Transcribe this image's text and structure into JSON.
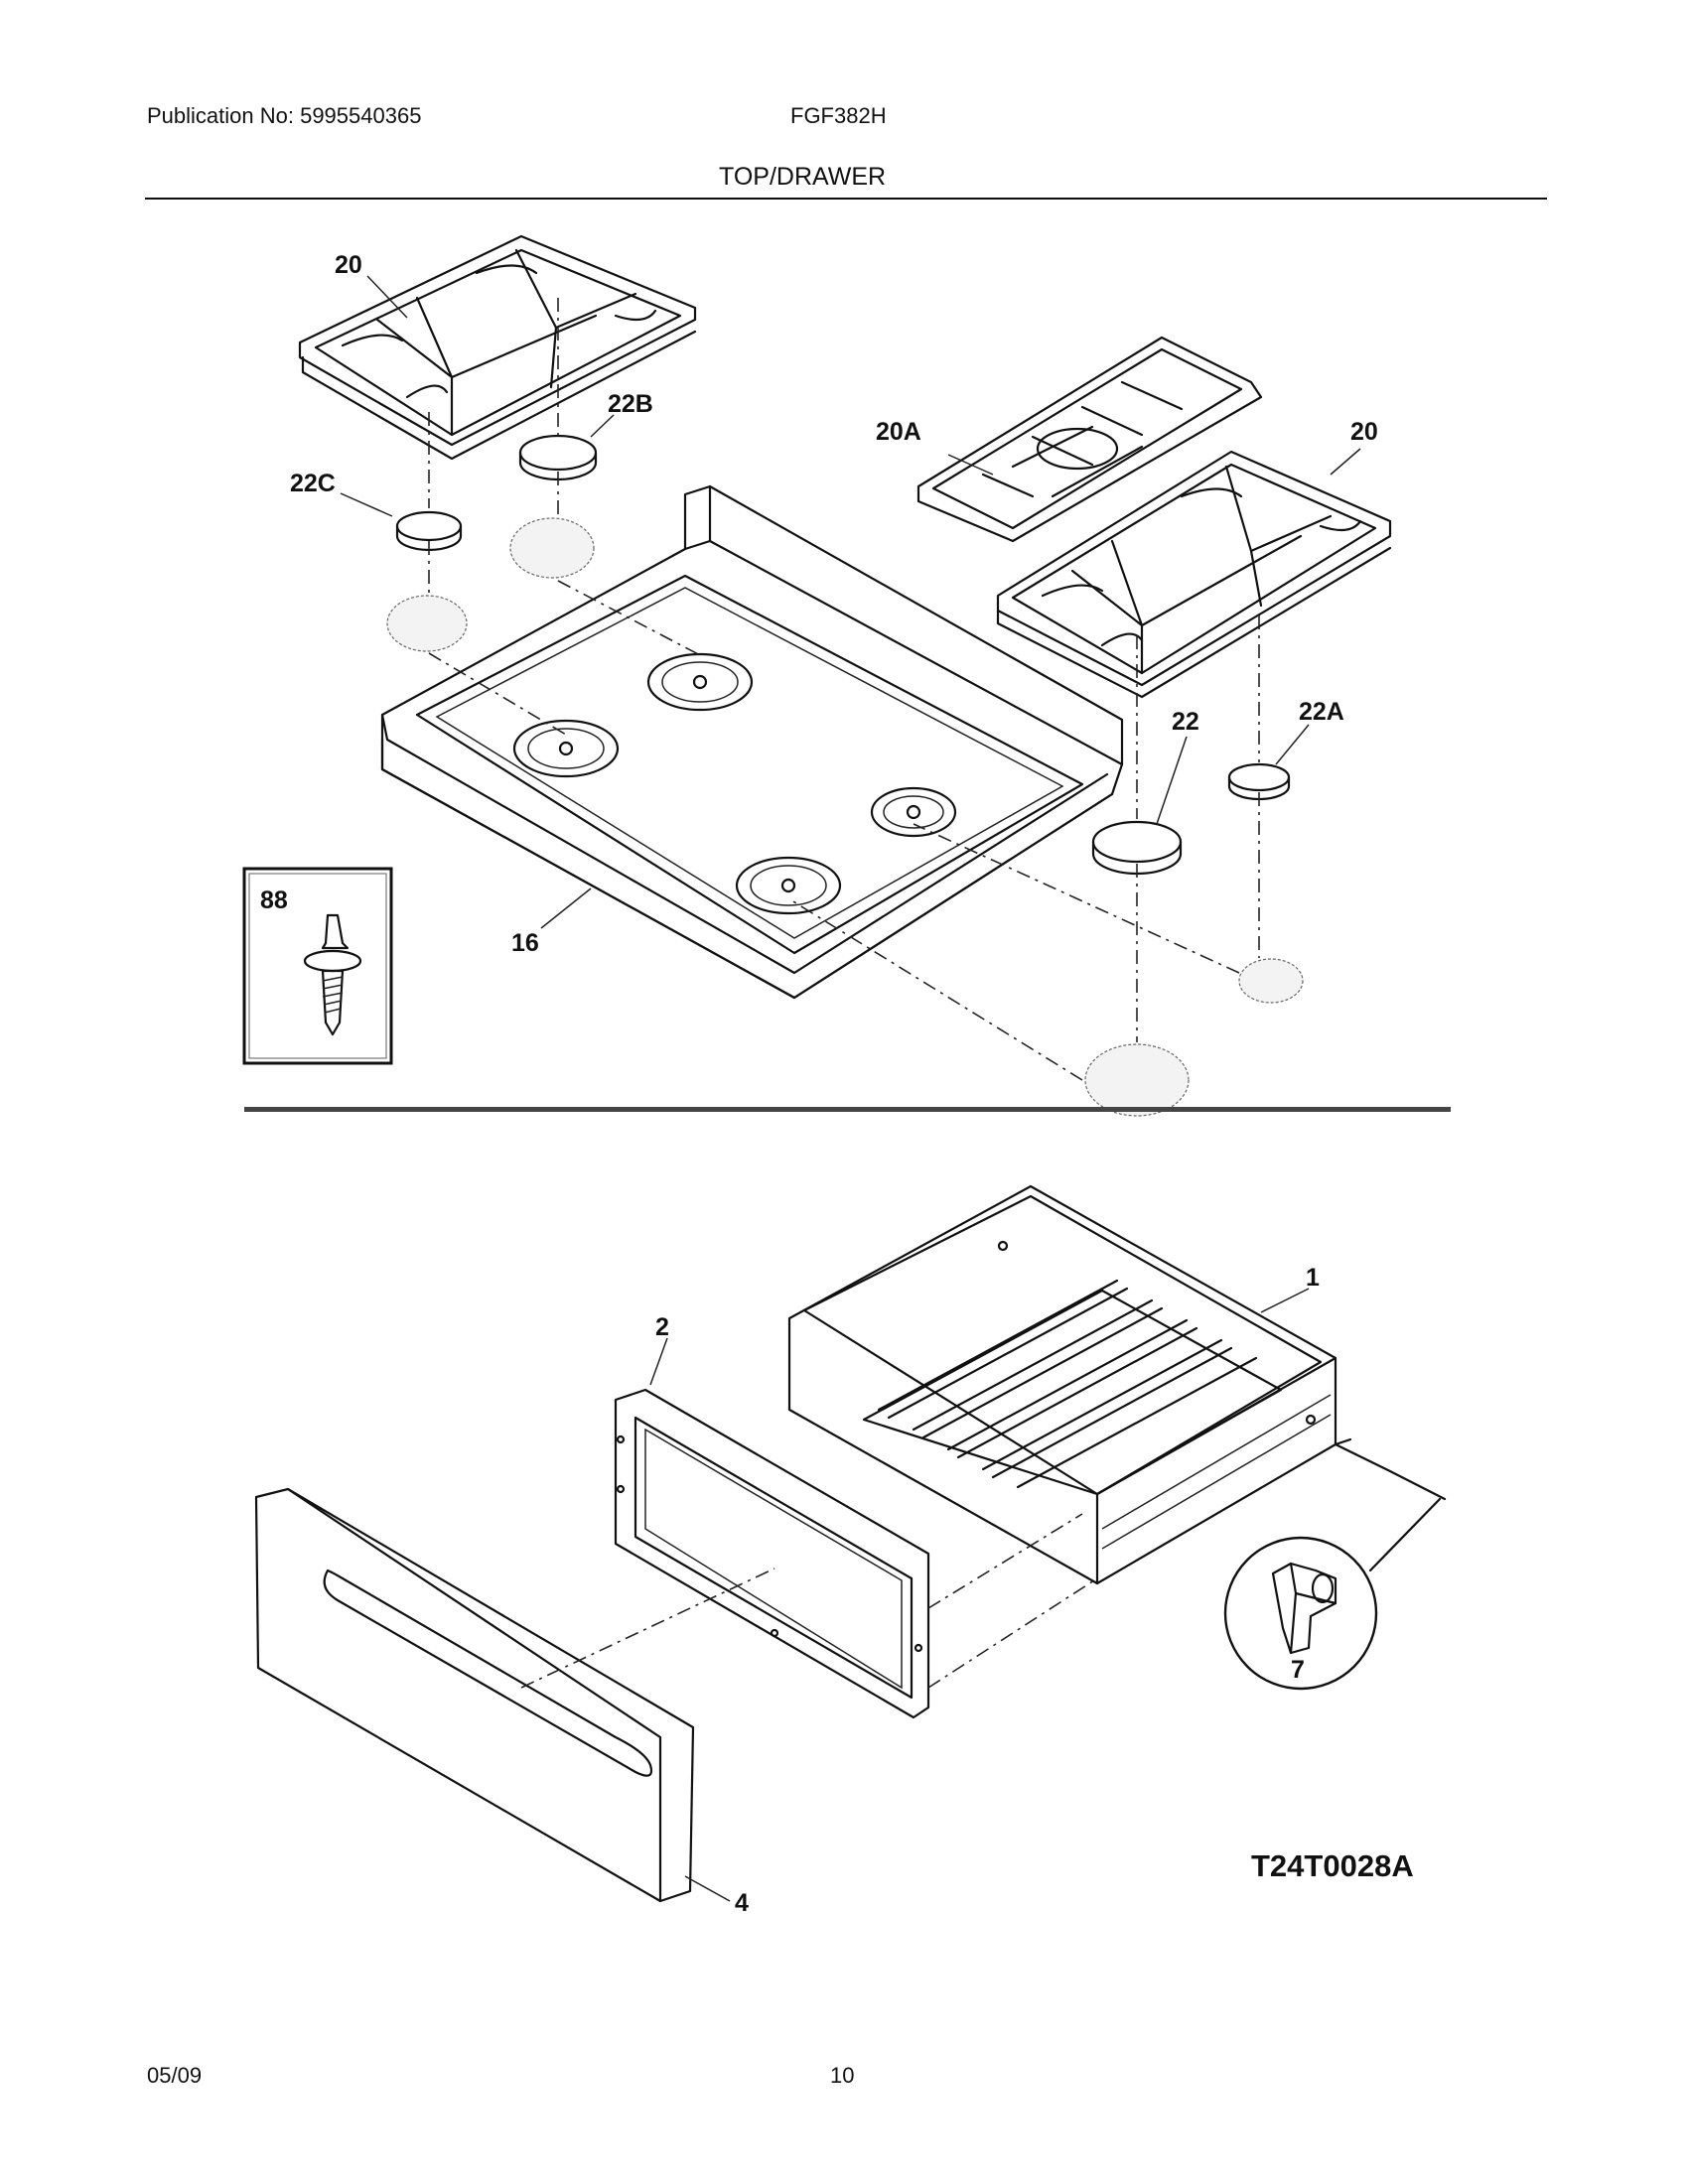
{
  "header": {
    "publication": "Publication No: 5995540365",
    "model": "FGF382H",
    "section": "TOP/DRAWER"
  },
  "callouts": {
    "grate_left": "20",
    "grate_right": "20",
    "grate_center": "20A",
    "cap_22": "22",
    "cap_22a": "22A",
    "cap_22b": "22B",
    "cap_22c": "22C",
    "cooktop": "16",
    "screw": "88",
    "drawer_body": "1",
    "drawer_frame": "2",
    "drawer_front": "4",
    "roller": "7"
  },
  "diagram_code": "T24T0028A",
  "footer": {
    "date": "05/09",
    "page": "10"
  }
}
